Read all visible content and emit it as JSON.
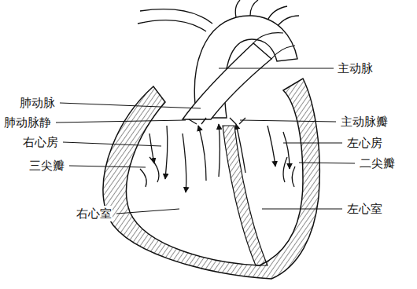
{
  "diagram": {
    "labels": [
      "主动脉",
      "肺动脉",
      "肺动脉静",
      "主动脉瓣",
      "右心房",
      "左心房",
      "三尖瓣",
      "二尖瓣",
      "右心室",
      "左心室"
    ]
  }
}
